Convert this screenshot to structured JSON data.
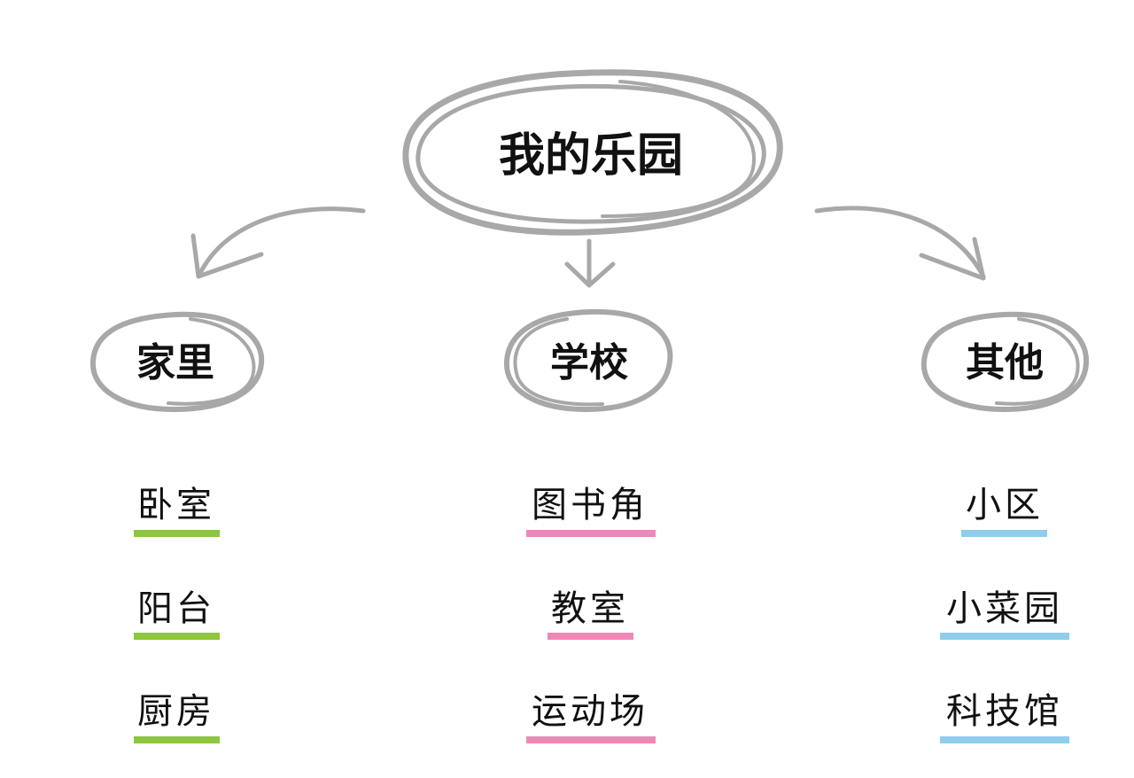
{
  "root": {
    "label": "我的乐园"
  },
  "branches": [
    {
      "label": "家里",
      "accent": "#8dc63f",
      "items": [
        {
          "label": "卧室"
        },
        {
          "label": "阳台"
        },
        {
          "label": "厨房"
        }
      ]
    },
    {
      "label": "学校",
      "accent": "#ef88b8",
      "items": [
        {
          "label": "图书角"
        },
        {
          "label": "教室"
        },
        {
          "label": "运动场"
        }
      ]
    },
    {
      "label": "其他",
      "accent": "#8ecdec",
      "items": [
        {
          "label": "小区"
        },
        {
          "label": "小菜园"
        },
        {
          "label": "科技馆"
        }
      ]
    }
  ]
}
